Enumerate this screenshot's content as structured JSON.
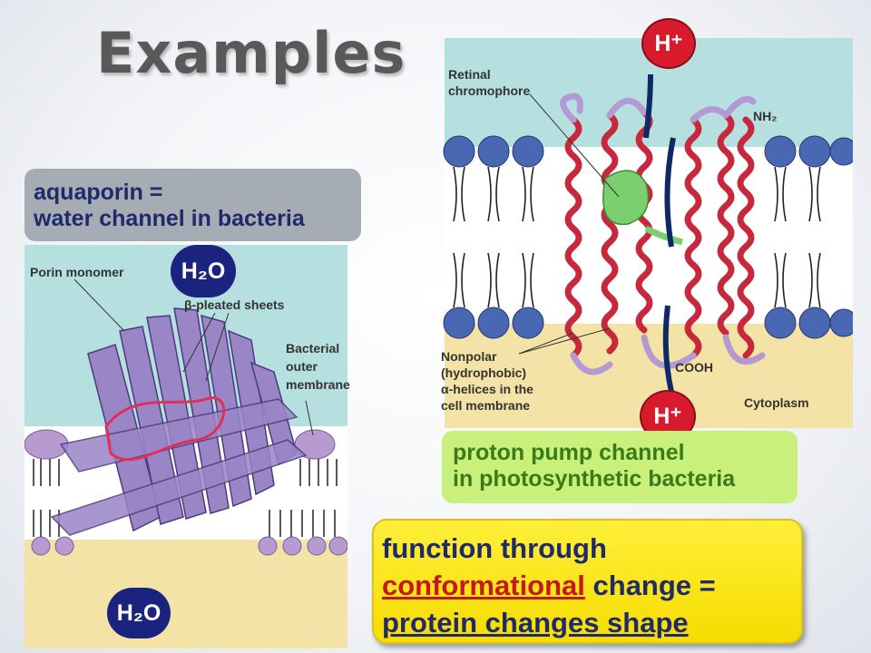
{
  "title": "Examples",
  "aquaporin": {
    "line1": "aquaporin =",
    "line2": "water channel in bacteria"
  },
  "proton": {
    "line1": "proton pump channel",
    "line2": "in photosynthetic bacteria"
  },
  "function_box": {
    "line1": "function through",
    "line2_red": "conformational",
    "line2_rest": " change =",
    "line3": "protein changes shape"
  },
  "porin_figure": {
    "label_monomer": "Porin monomer",
    "label_sheets": "β-pleated sheets",
    "label_membrane_1": "Bacterial",
    "label_membrane_2": "outer",
    "label_membrane_3": "membrane",
    "h2o": "H₂O"
  },
  "pump_figure": {
    "label_retinal_1": "Retinal",
    "label_retinal_2": "chromophore",
    "label_nh2": "NH₂",
    "label_nonpolar_1": "Nonpolar",
    "label_nonpolar_2": "(hydrophobic)",
    "label_nonpolar_3": "α-helices in the",
    "label_nonpolar_4": "cell membrane",
    "label_cooh": "COOH",
    "label_cytoplasm": "Cytoplasm",
    "h_plus": "H⁺"
  },
  "colors": {
    "water_blue": "#b6e0e0",
    "cytoplasm_tan": "#f4e3a6",
    "helix_red": "#c8283c",
    "porin_purple": "#9a86c6",
    "badge_navy": "#1a237e",
    "badge_red": "#d81b2c"
  }
}
